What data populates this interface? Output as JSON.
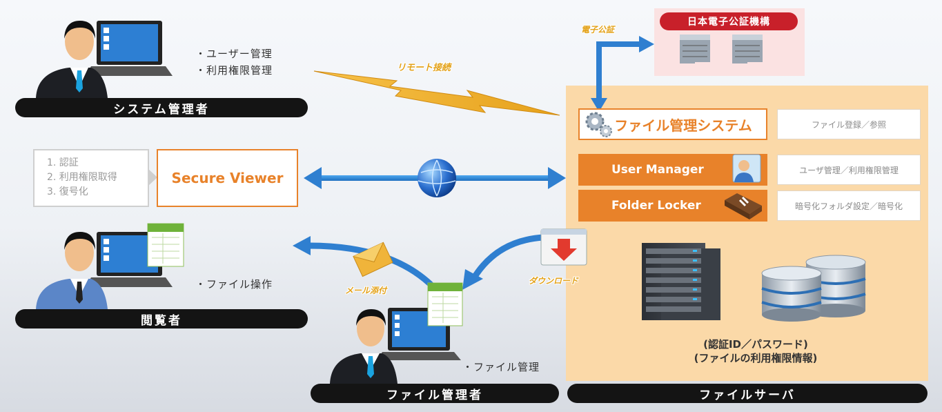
{
  "roles": {
    "system_admin": "システム管理者",
    "viewer": "閲覧者",
    "file_admin": "ファイル管理者",
    "file_server": "ファイルサーバ"
  },
  "notes": {
    "admin_1": "・ユーザー管理",
    "admin_2": "・利用権限管理",
    "viewer_1": "・ファイル操作",
    "file_admin_1": "・ファイル管理"
  },
  "links": {
    "remote": "リモート接続",
    "ecert": "電子公証",
    "mail": "メール添付",
    "download": "ダウンロード"
  },
  "jnsa": {
    "title": "日本電子公証機構"
  },
  "viewer_steps": [
    "1. 認証",
    "2. 利用権限取得",
    "3. 復号化"
  ],
  "secure_viewer": "Secure Viewer",
  "server": {
    "modules": [
      {
        "name": "ファイル管理システム",
        "desc": "ファイル登録／参照"
      },
      {
        "name": "User Manager",
        "desc": "ユーザ管理／利用権限管理"
      },
      {
        "name": "Folder Locker",
        "desc": "暗号化フォルダ設定／暗号化"
      }
    ],
    "storage_1": "(認証ID／パスワード)",
    "storage_2": "(ファイルの利用権限情報)"
  },
  "colors": {
    "orange": "#e8822a",
    "arrow": "#2f7fd0",
    "bar": "#141414"
  }
}
